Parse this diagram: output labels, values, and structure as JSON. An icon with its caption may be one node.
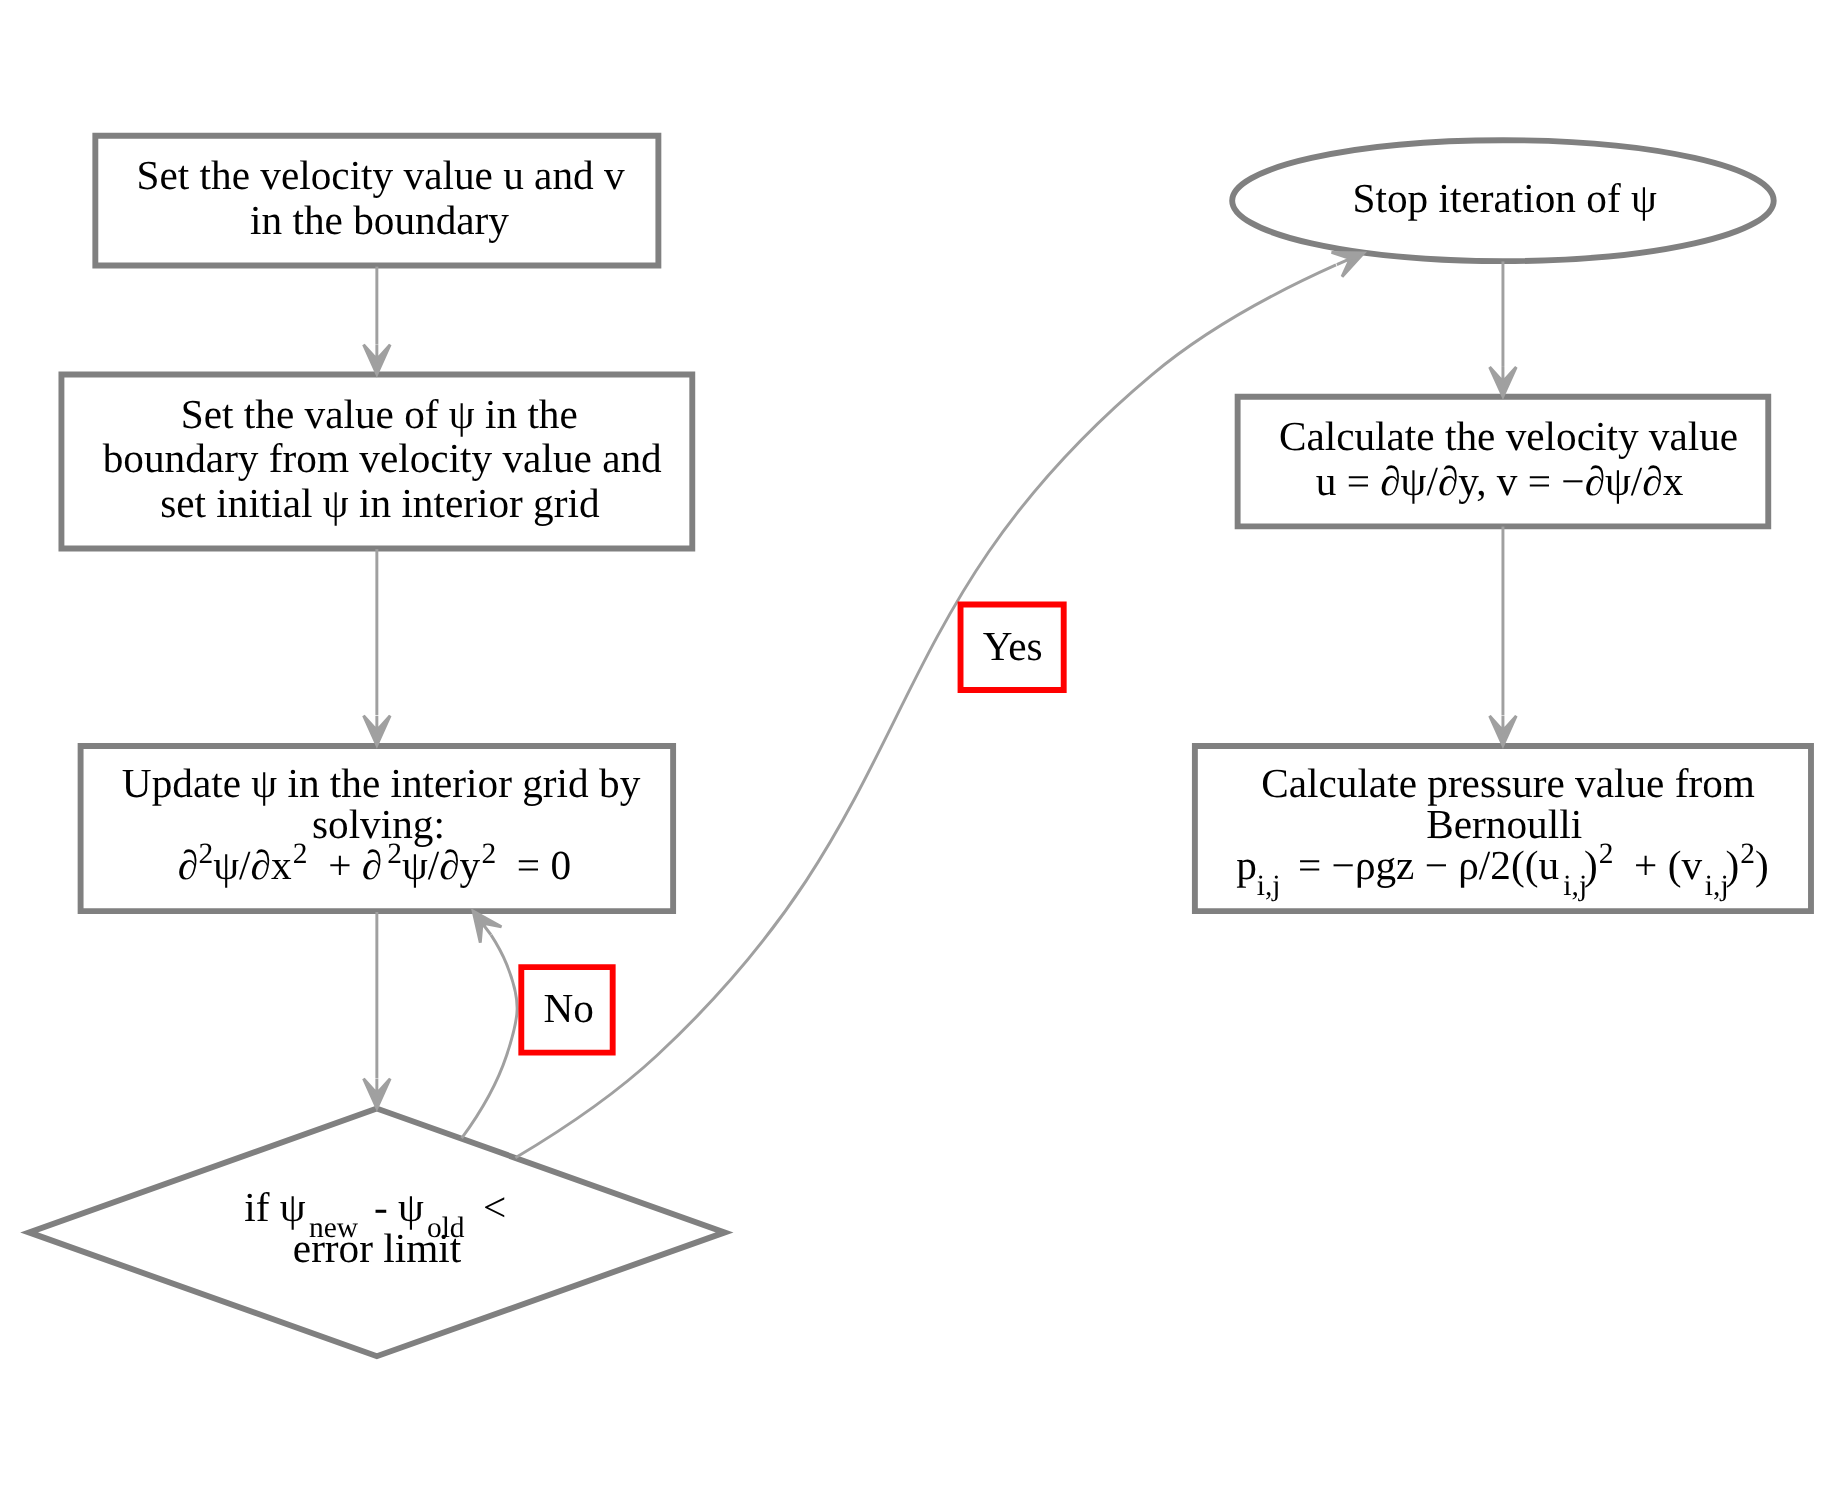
{
  "diagram": {
    "nodes": [
      {
        "text": [
          "Set the velocity value u and v in the boundary"
        ]
      },
      {
        "text": [
          "Set the value of ψ in the boundary from velocity value and set initial ψ in interior grid"
        ]
      },
      {
        "text": [
          "Update ψ in the interior grid by solving:",
          "∂$^{2}$ψ/∂x$^{2}$ + ∂$^{2}$ψ/∂y$^{2}$ = 0"
        ]
      },
      {
        "text": [
          "if ψ$_{new}$ - ψ$_{old}$ < error limit"
        ]
      },
      {
        "text": [
          "Stop iteration of ψ"
        ]
      },
      {
        "text": [
          "Calculate the velocity value",
          "u = ∂ψ/∂y, v = −∂ψ/∂x"
        ]
      },
      {
        "text": [
          "Calculate pressure value from Bernoulli",
          "p$_{i,j}$ = −ρgz − ρ/2((u$_{i,j}$)$^{2}$ + (v$_{i,j}$)$^{2}$)"
        ]
      }
    ],
    "edges": [
      {
        "from": 0,
        "to": 1,
        "arrow": "to"
      },
      {
        "from": 1,
        "to": 2,
        "arrow": "to"
      },
      {
        "from": 2,
        "to": 3,
        "arrow": "to"
      },
      {
        "from": 3,
        "to": 2,
        "arrow": "to",
        "label": "No"
      },
      {
        "from": 3,
        "to": 4,
        "arrow": "to",
        "label": "Yes"
      },
      {
        "from": 4,
        "to": 5,
        "arrow": "to"
      },
      {
        "from": 5,
        "to": 6,
        "arrow": "to"
      }
    ]
  }
}
